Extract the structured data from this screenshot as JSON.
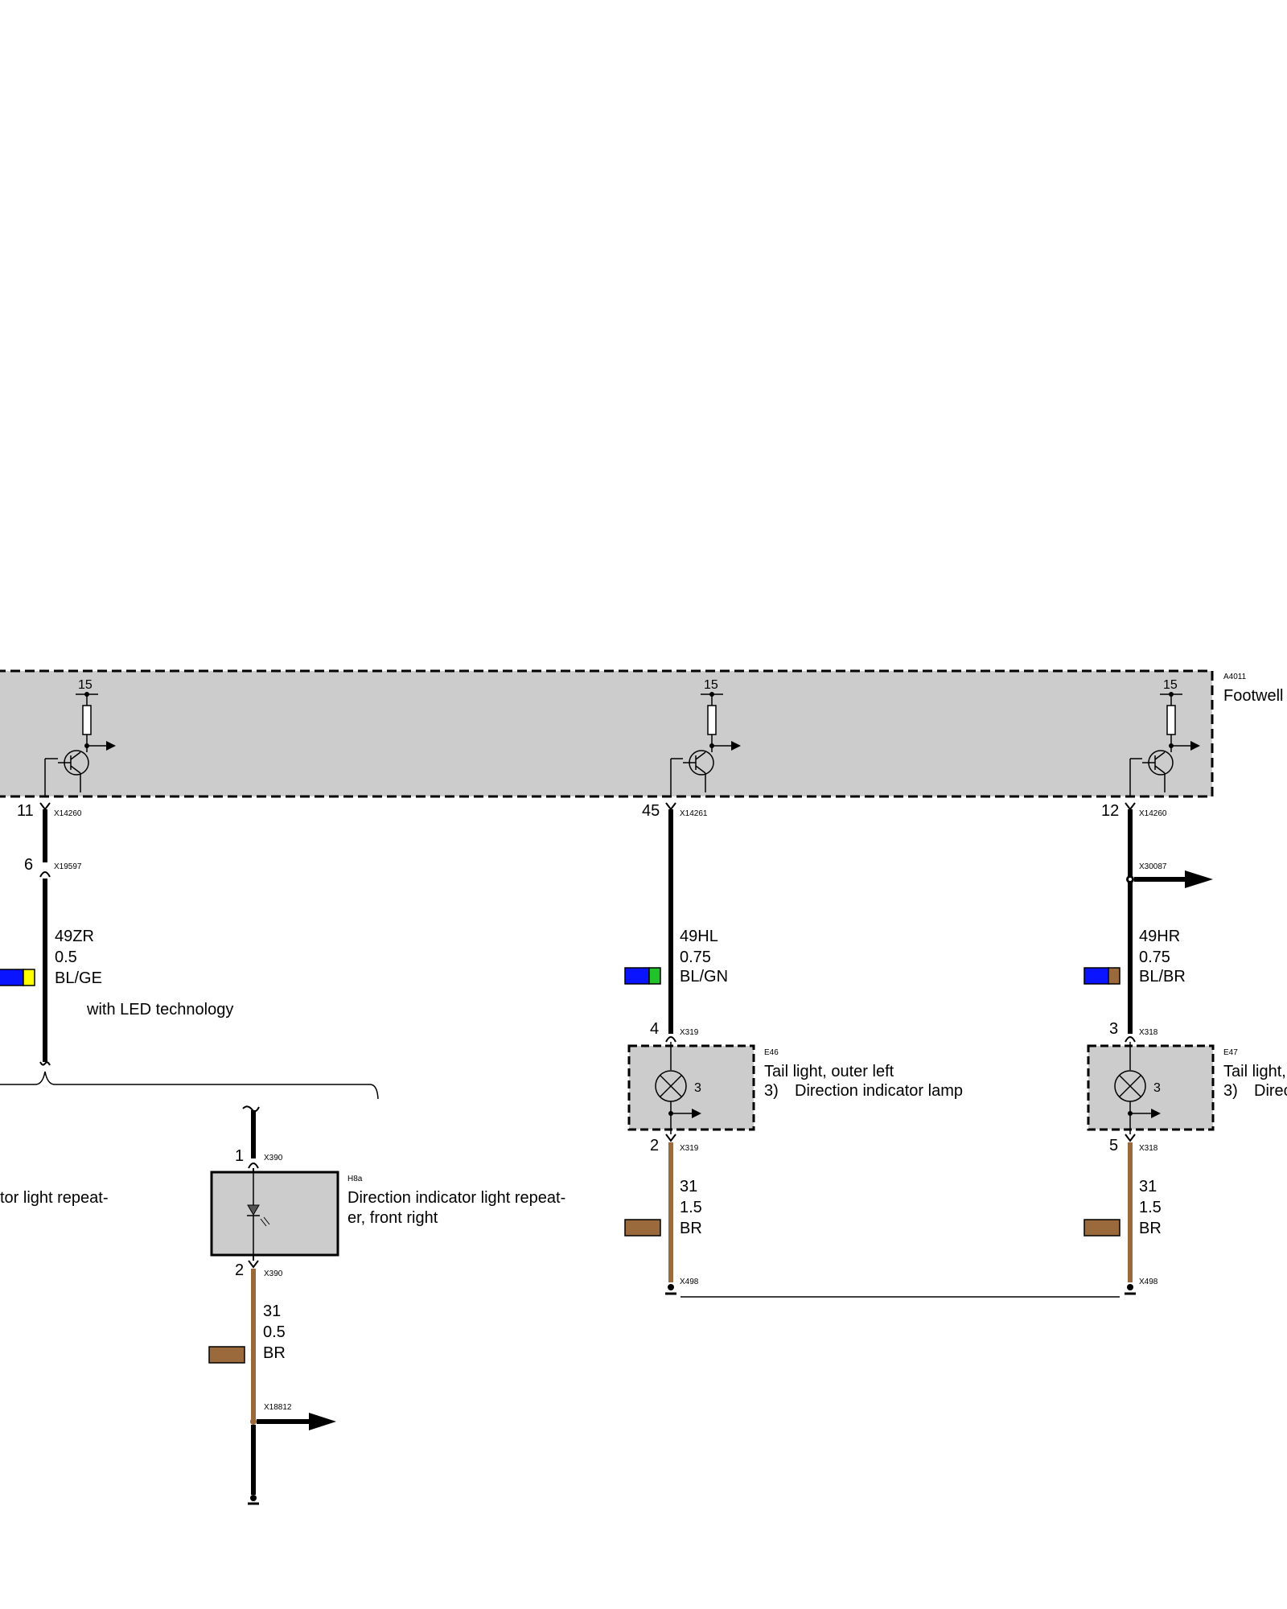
{
  "module": {
    "id": "A4011",
    "label": "Footwell",
    "terminal": "15",
    "transistors": [
      {
        "pin": "11",
        "connector": "X14260"
      },
      {
        "pin": "45",
        "connector": "X14261"
      },
      {
        "pin": "12",
        "connector": "X14260"
      }
    ]
  },
  "left_branch": {
    "pin": "6",
    "connector": "X19597",
    "wire": {
      "signal": "49ZR",
      "size": "0.5",
      "color_code": "BL/GE",
      "colors": [
        "#0a14ff",
        "#ffff00"
      ]
    },
    "note": "with LED technology"
  },
  "repeater_left_fragment": "tor light repeat-",
  "repeater_right": {
    "id": "H8a",
    "label_line1": "Direction indicator light repeat-",
    "label_line2": "er, front right",
    "pin_top": "1",
    "pin_bottom": "2",
    "connector": "X390",
    "wire": {
      "signal": "31",
      "size": "0.5",
      "color_code": "BR",
      "colors": [
        "#9b6a3c"
      ]
    },
    "splice": "X18812"
  },
  "tail_left": {
    "id": "E46",
    "label": "Tail light, outer left",
    "item_num": "3)",
    "item_text": "Direction indicator lamp",
    "lamp_ref": "3",
    "pin_top": "4",
    "pin_bottom": "2",
    "connector": "X319",
    "wire_in": {
      "signal": "49HL",
      "size": "0.75",
      "color_code": "BL/GN",
      "colors": [
        "#0a14ff",
        "#22c32a"
      ]
    },
    "wire_out": {
      "signal": "31",
      "size": "1.5",
      "color_code": "BR",
      "colors": [
        "#9b6a3c"
      ]
    },
    "ground": "X498"
  },
  "tail_right": {
    "id": "E47",
    "label": "Tail light,",
    "item_num": "3)",
    "item_text": "Direc",
    "lamp_ref": "3",
    "pin_top": "3",
    "pin_bottom": "5",
    "connector": "X318",
    "splice": "X30087",
    "wire_in": {
      "signal": "49HR",
      "size": "0.75",
      "color_code": "BL/BR",
      "colors": [
        "#0a14ff",
        "#9b6a3c"
      ]
    },
    "wire_out": {
      "signal": "31",
      "size": "1.5",
      "color_code": "BR",
      "colors": [
        "#9b6a3c"
      ]
    },
    "ground": "X498"
  }
}
